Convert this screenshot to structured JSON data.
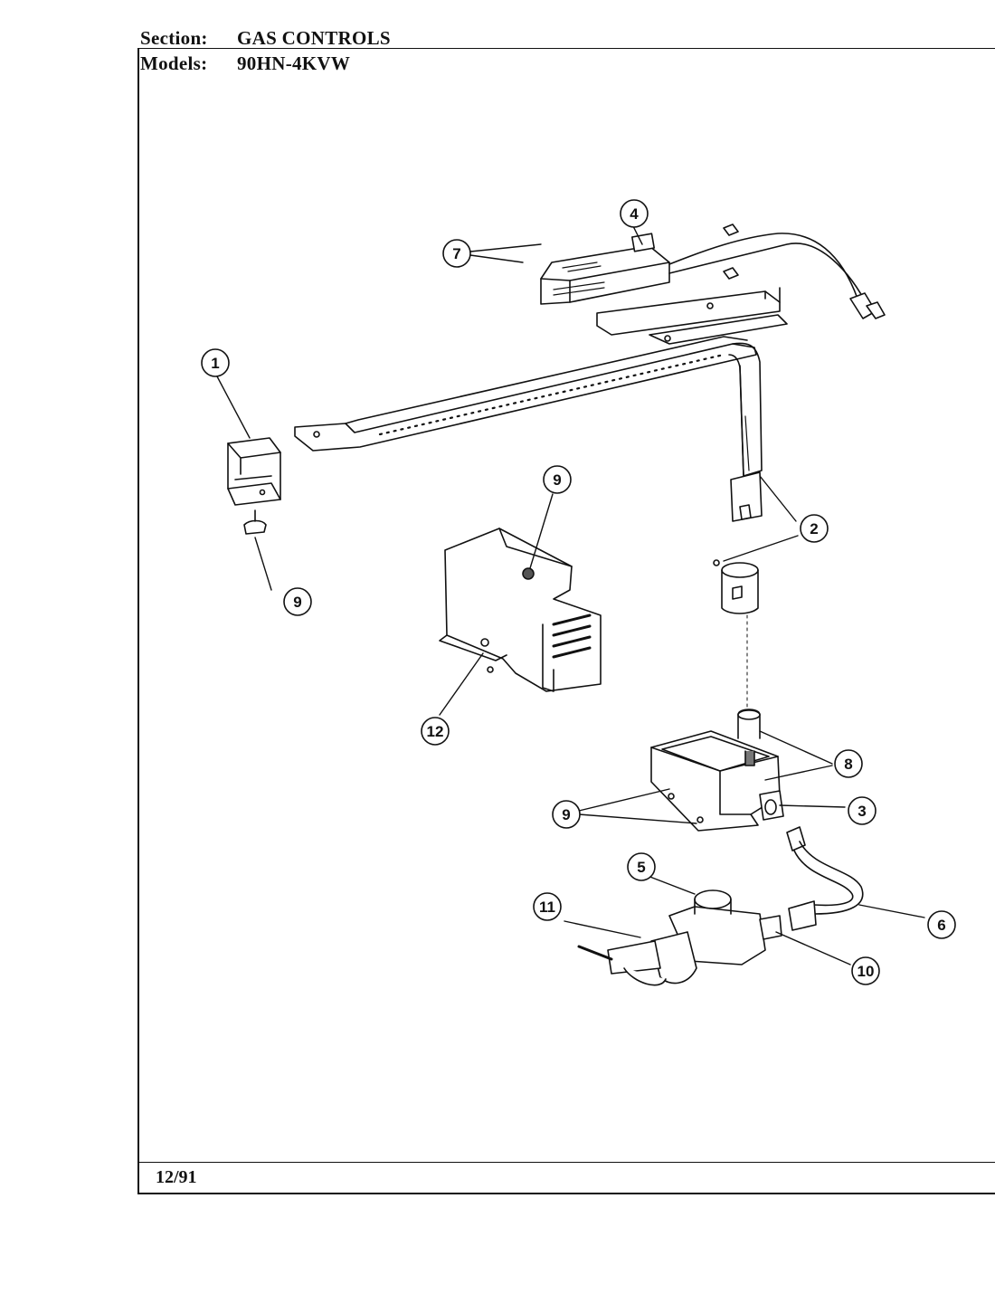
{
  "header": {
    "section_label": "Section:",
    "section_value": "GAS CONTROLS",
    "models_label": "Models:",
    "models_value": "90HN-4KVW"
  },
  "footer": {
    "date": "12/91"
  },
  "callouts": [
    "1",
    "2",
    "3",
    "4",
    "5",
    "6",
    "7",
    "8",
    "9",
    "9",
    "9",
    "10",
    "11",
    "12"
  ]
}
